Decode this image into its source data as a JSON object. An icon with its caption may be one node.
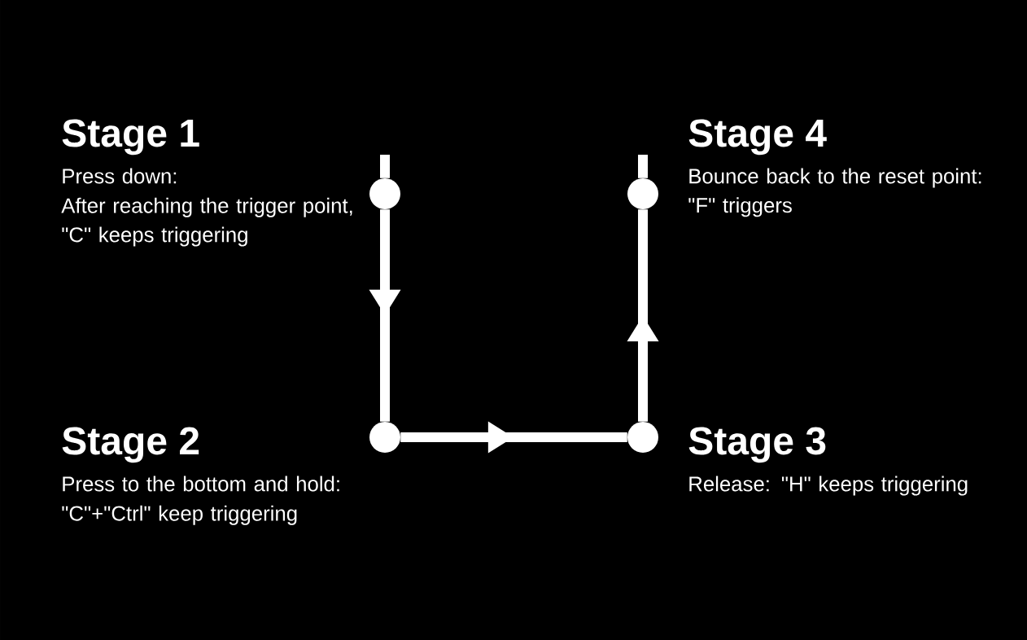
{
  "diagram": {
    "nodes": [
      {
        "text": [],
        "shape": "circle",
        "beside": [
          "Stage 1",
          "Press down:",
          "After reaching the trigger point, \"C\" keeps triggering"
        ]
      },
      {
        "text": [],
        "shape": "circle",
        "beside": [
          "Stage 2",
          "Press to the bottom and hold:",
          "\"C\"+\"Ctrl\" keep triggering"
        ]
      },
      {
        "text": [],
        "shape": "circle",
        "beside": [
          "Stage 3",
          "Release: \"H\" keeps triggering"
        ]
      },
      {
        "text": [],
        "shape": "circle",
        "beside": [
          "Stage 4",
          "Bounce back to the reset point: \"F\" triggers"
        ]
      }
    ],
    "edges": [
      {
        "from": null,
        "to": 0,
        "arrow": "none"
      },
      {
        "from": 0,
        "to": 1,
        "arrow": "to"
      },
      {
        "from": 1,
        "to": 2,
        "arrow": "to"
      },
      {
        "from": 2,
        "to": 3,
        "arrow": "to"
      },
      {
        "from": 3,
        "to": null,
        "arrow": "none"
      }
    ]
  }
}
